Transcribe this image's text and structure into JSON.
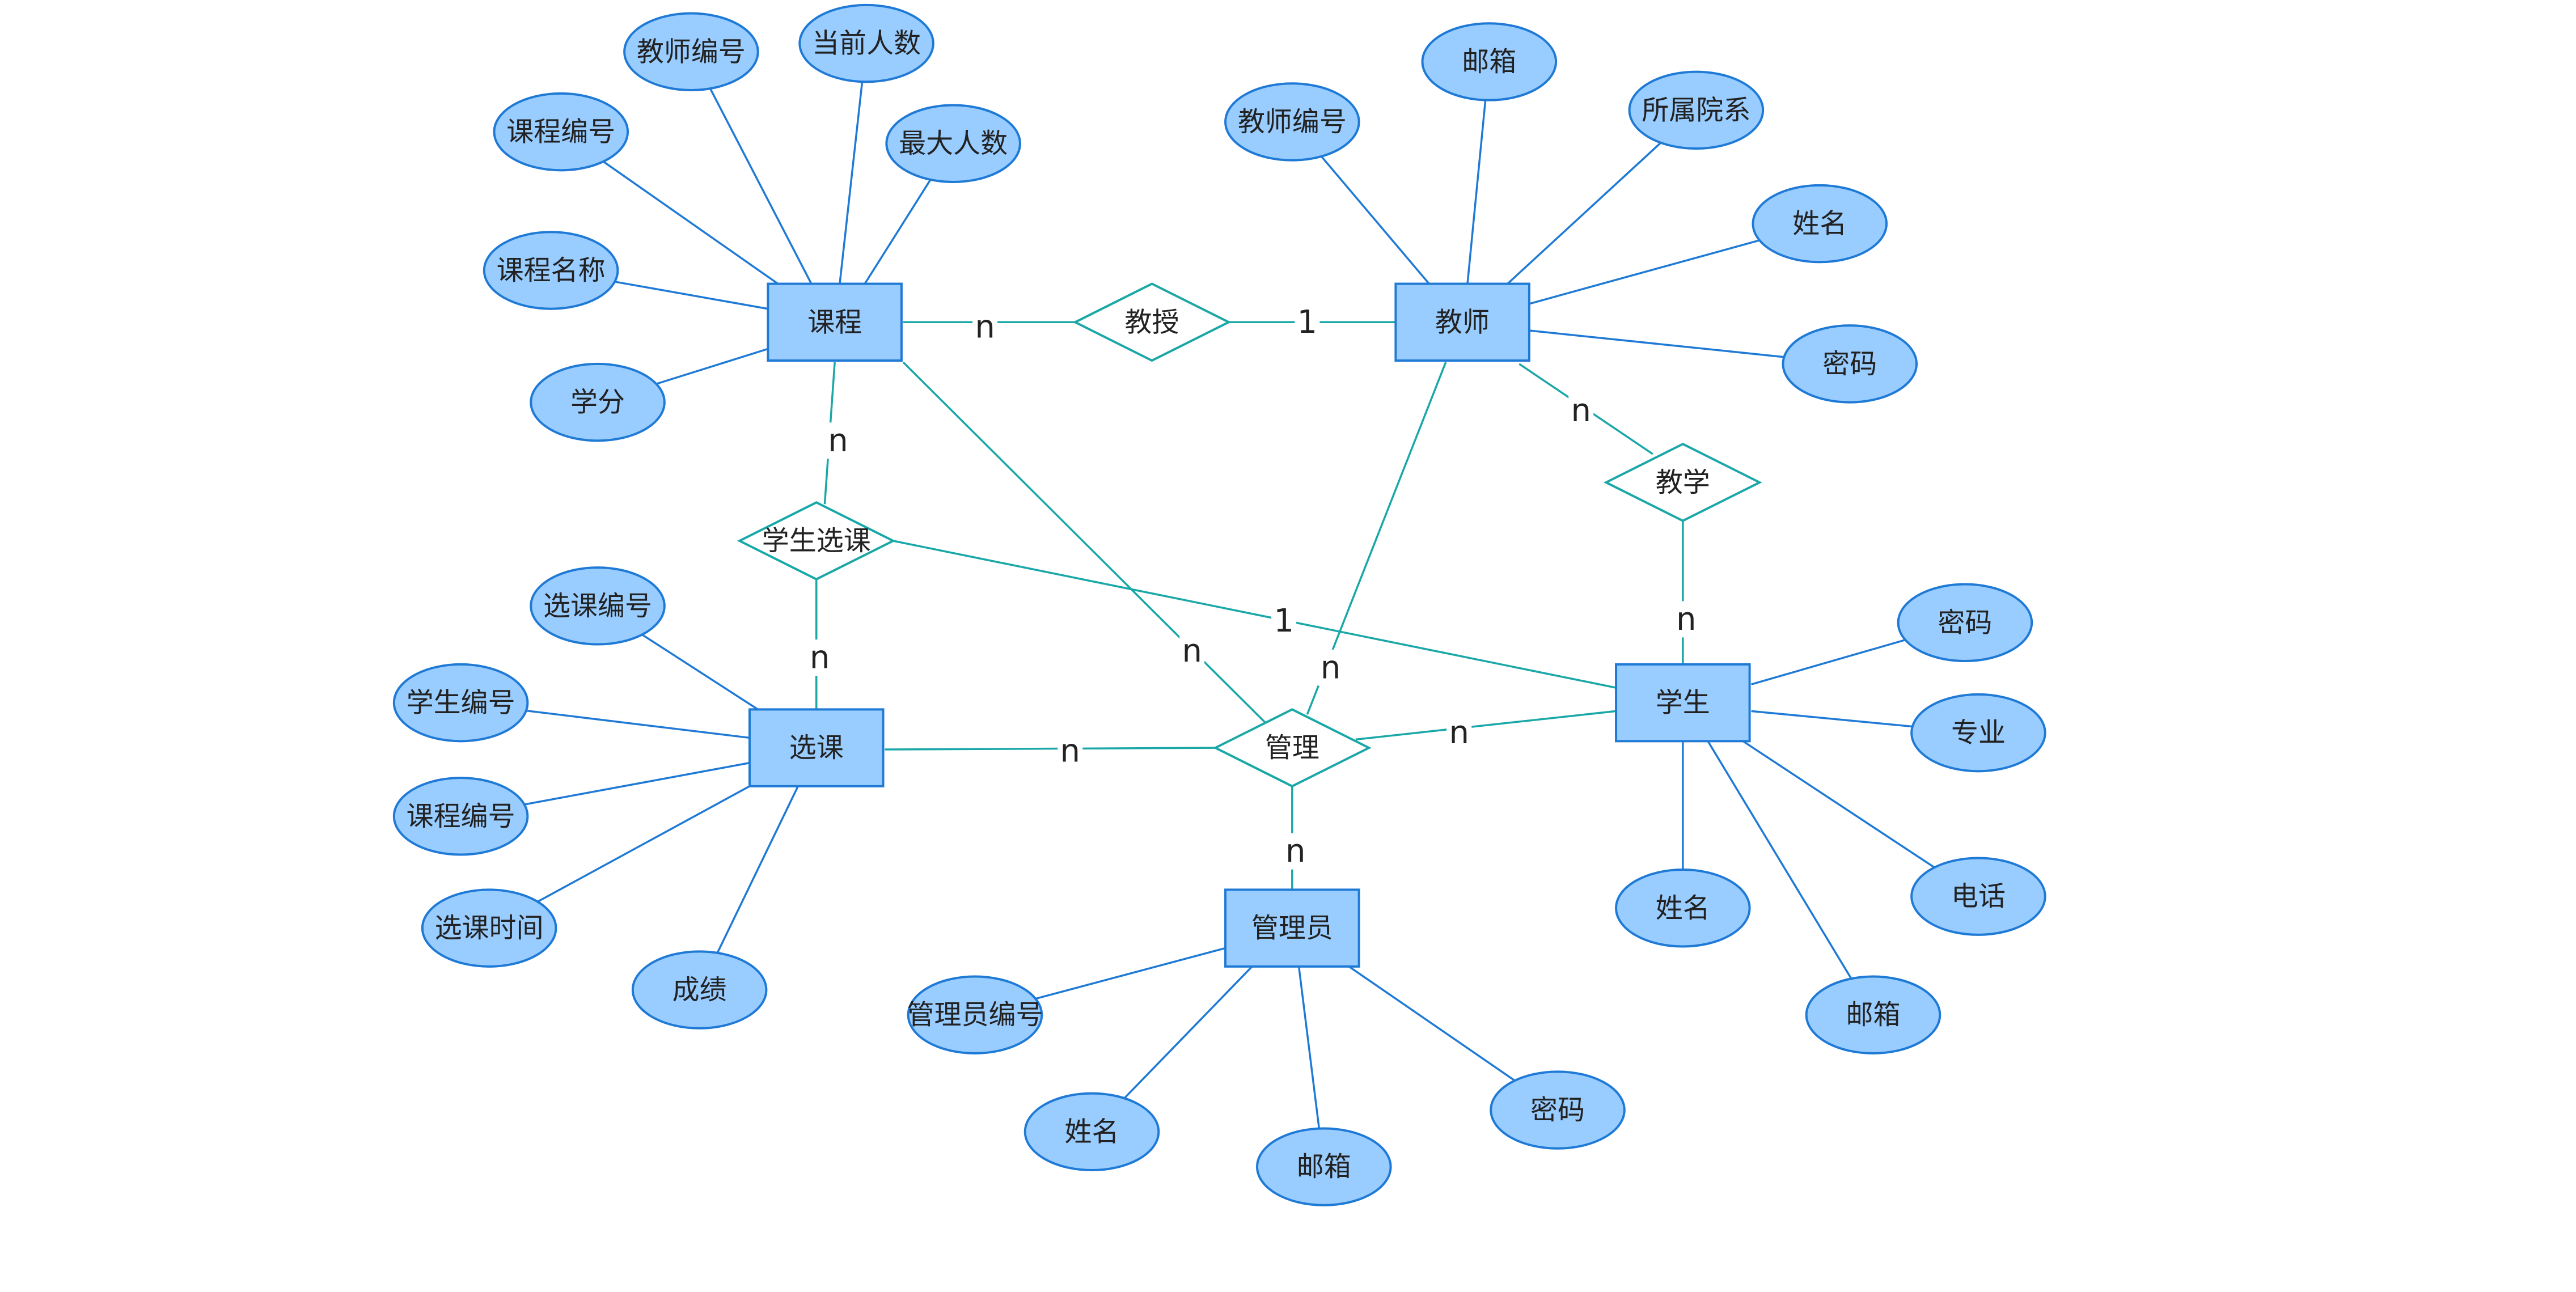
{
  "colors": {
    "entity_fill": "#99ccff",
    "entity_stroke": "#1f7ad6",
    "attribute_fill": "#99ccff",
    "attribute_stroke": "#1f7ad6",
    "attribute_line": "#1f7ad6",
    "relation_fill": "#ffffff",
    "relation_stroke": "#1aa7a7",
    "relation_line": "#1aa7a7",
    "text": "#222222"
  },
  "entities": [
    {
      "id": "course",
      "label": "课程"
    },
    {
      "id": "teacher",
      "label": "教师"
    },
    {
      "id": "enroll",
      "label": "选课"
    },
    {
      "id": "student",
      "label": "学生"
    },
    {
      "id": "admin",
      "label": "管理员"
    }
  ],
  "relationships": [
    {
      "id": "teach",
      "label": "教授"
    },
    {
      "id": "teaching",
      "label": "教学"
    },
    {
      "id": "select",
      "label": "学生选课"
    },
    {
      "id": "manage",
      "label": "管理"
    }
  ],
  "attributes": [
    {
      "id": "c_tid",
      "entity": "course",
      "label": "教师编号"
    },
    {
      "id": "c_cur",
      "entity": "course",
      "label": "当前人数"
    },
    {
      "id": "c_cid",
      "entity": "course",
      "label": "课程编号"
    },
    {
      "id": "c_max",
      "entity": "course",
      "label": "最大人数"
    },
    {
      "id": "c_name",
      "entity": "course",
      "label": "课程名称"
    },
    {
      "id": "c_credit",
      "entity": "course",
      "label": "学分"
    },
    {
      "id": "t_email",
      "entity": "teacher",
      "label": "邮箱"
    },
    {
      "id": "t_tid",
      "entity": "teacher",
      "label": "教师编号"
    },
    {
      "id": "t_dept",
      "entity": "teacher",
      "label": "所属院系"
    },
    {
      "id": "t_name",
      "entity": "teacher",
      "label": "姓名"
    },
    {
      "id": "t_pwd",
      "entity": "teacher",
      "label": "密码"
    },
    {
      "id": "e_eid",
      "entity": "enroll",
      "label": "选课编号"
    },
    {
      "id": "e_sid",
      "entity": "enroll",
      "label": "学生编号"
    },
    {
      "id": "e_cid",
      "entity": "enroll",
      "label": "课程编号"
    },
    {
      "id": "e_time",
      "entity": "enroll",
      "label": "选课时间"
    },
    {
      "id": "e_score",
      "entity": "enroll",
      "label": "成绩"
    },
    {
      "id": "s_pwd",
      "entity": "student",
      "label": "密码"
    },
    {
      "id": "s_major",
      "entity": "student",
      "label": "专业"
    },
    {
      "id": "s_phone",
      "entity": "student",
      "label": "电话"
    },
    {
      "id": "s_name",
      "entity": "student",
      "label": "姓名"
    },
    {
      "id": "s_email",
      "entity": "student",
      "label": "邮箱"
    },
    {
      "id": "a_aid",
      "entity": "admin",
      "label": "管理员编号"
    },
    {
      "id": "a_name",
      "entity": "admin",
      "label": "姓名"
    },
    {
      "id": "a_email",
      "entity": "admin",
      "label": "邮箱"
    },
    {
      "id": "a_pwd",
      "entity": "admin",
      "label": "密码"
    }
  ],
  "connections": [
    {
      "id": "teach_course",
      "from": "teach",
      "to": "course",
      "label": "n"
    },
    {
      "id": "teach_teacher",
      "from": "teach",
      "to": "teacher",
      "label": "1"
    },
    {
      "id": "teaching_teacher",
      "from": "teaching",
      "to": "teacher",
      "label": "n"
    },
    {
      "id": "teaching_student",
      "from": "teaching",
      "to": "student",
      "label": "n"
    },
    {
      "id": "select_course",
      "from": "select",
      "to": "course",
      "label": "n"
    },
    {
      "id": "select_enroll",
      "from": "select",
      "to": "enroll",
      "label": "n"
    },
    {
      "id": "select_student",
      "from": "select",
      "to": "student",
      "label": "1"
    },
    {
      "id": "manage_enroll",
      "from": "manage",
      "to": "enroll",
      "label": "n"
    },
    {
      "id": "manage_course",
      "from": "manage",
      "to": "course",
      "label": "n"
    },
    {
      "id": "manage_teacher",
      "from": "manage",
      "to": "teacher",
      "label": "n"
    },
    {
      "id": "manage_student",
      "from": "manage",
      "to": "student",
      "label": "n"
    },
    {
      "id": "manage_admin",
      "from": "manage",
      "to": "admin",
      "label": "n"
    }
  ]
}
